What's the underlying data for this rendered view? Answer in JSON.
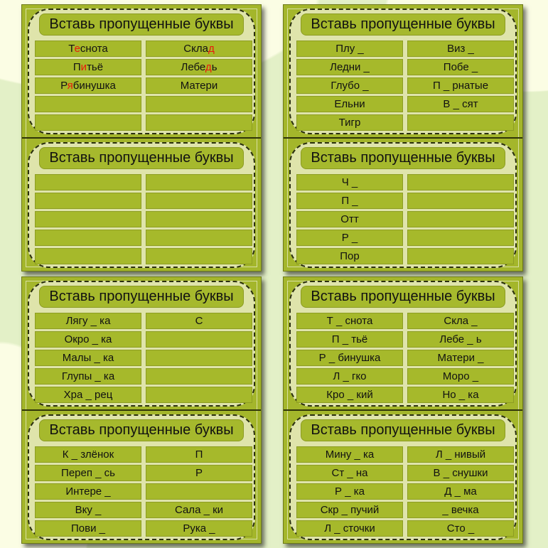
{
  "colors": {
    "sheet": "#a4b62b",
    "card": "#dfe4ab",
    "highlight": "#e8180c"
  },
  "sheets": [
    {
      "cards": [
        {
          "title": "Вставь пропущенные буквы",
          "cells": [
            [
              [
                "Т"
              ],
              [
                "е",
                1
              ],
              [
                "снота"
              ]
            ],
            [
              [
                "Скла"
              ],
              [
                "д",
                1
              ]
            ],
            [
              [
                "П"
              ],
              [
                "и",
                1
              ],
              [
                "тьё"
              ]
            ],
            [
              [
                "Лебе"
              ],
              [
                "д",
                1
              ],
              [
                "ь"
              ]
            ],
            [
              [
                "Р"
              ],
              [
                "я",
                1
              ],
              [
                "бинушка"
              ]
            ],
            [
              [
                "Матери"
              ]
            ],
            "",
            "",
            "",
            ""
          ]
        },
        {
          "title": "Вставь пропущенные буквы",
          "cells": [
            "",
            "",
            "",
            "",
            "",
            "",
            "",
            "",
            "",
            ""
          ]
        }
      ]
    },
    {
      "cards": [
        {
          "title": "Вставь пропущенные буквы",
          "cells": [
            "Лягу _ ка",
            "С",
            "Окро _ ка",
            "",
            "Малы _ ка",
            "",
            "Глупы _ ка",
            "",
            "Хра _ рец",
            ""
          ]
        },
        {
          "title": "Вставь пропущенные буквы",
          "cells": [
            "К _ злёнок",
            "П",
            "Переп _ сь",
            "Р",
            "Интере _",
            "",
            "Вку _",
            "Сала _ ки",
            "Пови _",
            "Рука _"
          ]
        }
      ]
    },
    {
      "cards": [
        {
          "title": "Вставь пропущенные буквы",
          "cells": [
            "Плу _",
            "Виз _",
            "Ледни _",
            "Побе _",
            "Глубо _",
            "П _ рнатые",
            "Ельни",
            "В _ сят",
            "Тигр",
            ""
          ]
        },
        {
          "title": "Вставь пропущенные буквы",
          "cells": [
            "Ч _",
            "",
            "П _",
            "",
            "Отт",
            "",
            "Р _",
            "",
            "Пор",
            ""
          ]
        }
      ]
    },
    {
      "cards": [
        {
          "title": "Вставь пропущенные буквы",
          "cells": [
            "Т _ снота",
            "Скла _",
            "П _ тьё",
            "Лебе _ ь",
            "Р _ бинушка",
            "Матери _",
            "Л _ гко",
            "Моро _",
            "Кро _ кий",
            "Но _ ка"
          ]
        },
        {
          "title": "Вставь пропущенные буквы",
          "cells": [
            "Мину _ ка",
            "Л _ нивый",
            "Ст _ на",
            "В _ снушки",
            "Р _ ка",
            "Д _ ма",
            "Скр _ пучий",
            "_ вечка",
            "Л _ сточки",
            "Сто _"
          ]
        }
      ]
    }
  ]
}
